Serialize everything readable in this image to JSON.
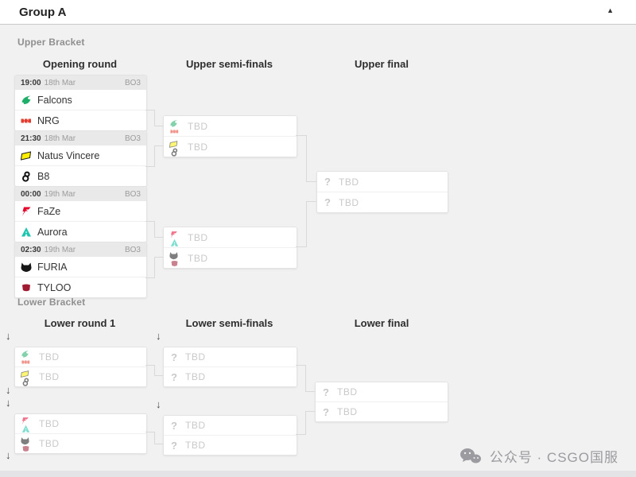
{
  "panel": {
    "title": "Group A",
    "collapse_icon": "▲"
  },
  "upper": {
    "label": "Upper Bracket",
    "columns": [
      "Opening round",
      "Upper semi-finals",
      "Upper final"
    ],
    "matches": [
      {
        "time": "19:00",
        "date": "18th Mar",
        "format": "BO3",
        "team1": {
          "name": "Falcons",
          "color": "#1fae6a"
        },
        "team2": {
          "name": "NRG",
          "color": "#e43d30"
        }
      },
      {
        "time": "21:30",
        "date": "18th Mar",
        "format": "BO3",
        "team1": {
          "name": "Natus Vincere",
          "color": "#ffee00"
        },
        "team2": {
          "name": "B8",
          "color": "#1a1a1a"
        }
      },
      {
        "time": "00:00",
        "date": "19th Mar",
        "format": "BO3",
        "team1": {
          "name": "FaZe",
          "color": "#e4002b"
        },
        "team2": {
          "name": "Aurora",
          "color": "#1cc5ae"
        }
      },
      {
        "time": "02:30",
        "date": "19th Mar",
        "format": "BO3",
        "team1": {
          "name": "FURIA",
          "color": "#1a1a1a"
        },
        "team2": {
          "name": "TYLOO",
          "color": "#9e1b32"
        }
      }
    ],
    "semis": [
      {
        "slot1": {
          "label": "TBD"
        },
        "slot2": {
          "label": "TBD"
        }
      },
      {
        "slot1": {
          "label": "TBD"
        },
        "slot2": {
          "label": "TBD"
        }
      }
    ],
    "final": {
      "slot1": {
        "icon": "?",
        "label": "TBD"
      },
      "slot2": {
        "icon": "?",
        "label": "TBD"
      }
    }
  },
  "lower": {
    "label": "Lower Bracket",
    "columns": [
      "Lower round 1",
      "Lower semi-finals",
      "Lower final"
    ],
    "drop_icon": "↓",
    "round1": [
      {
        "slot1": {
          "label": "TBD"
        },
        "slot2": {
          "label": "TBD"
        }
      },
      {
        "slot1": {
          "label": "TBD"
        },
        "slot2": {
          "label": "TBD"
        }
      }
    ],
    "semis": [
      {
        "slot1": {
          "icon": "?",
          "label": "TBD"
        },
        "slot2": {
          "icon": "?",
          "label": "TBD"
        }
      },
      {
        "slot1": {
          "icon": "?",
          "label": "TBD"
        },
        "slot2": {
          "icon": "?",
          "label": "TBD"
        }
      }
    ],
    "final": {
      "slot1": {
        "icon": "?",
        "label": "TBD"
      },
      "slot2": {
        "icon": "?",
        "label": "TBD"
      }
    }
  },
  "watermark": {
    "text": "公众号 · CSGO国服"
  }
}
